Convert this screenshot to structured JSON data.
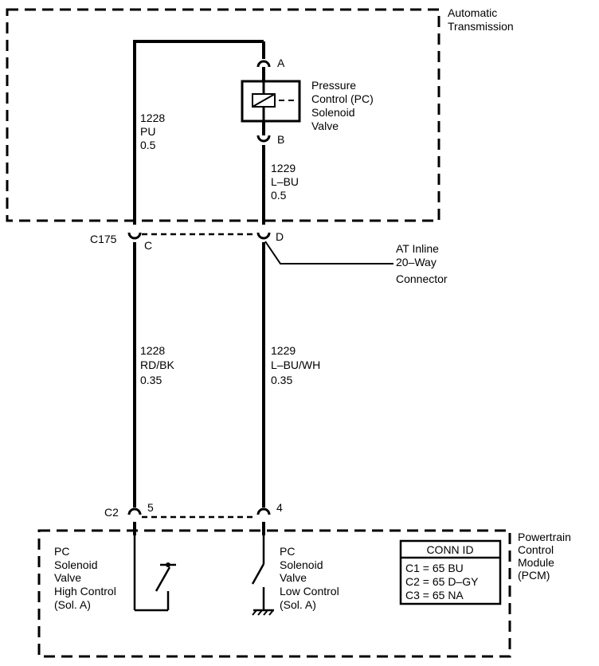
{
  "colors": {
    "line": "#000000",
    "background": "#ffffff"
  },
  "blocks": {
    "transmission": [
      "Automatic",
      "Transmission"
    ],
    "pcm": [
      "Powertrain",
      "Control",
      "Module",
      "(PCM)"
    ]
  },
  "solenoid": {
    "label": [
      "Pressure",
      "Control (PC)",
      "Solenoid",
      "Valve"
    ],
    "terminal_a": "A",
    "terminal_b": "B"
  },
  "wires": {
    "upper_left": [
      "1228",
      "PU",
      "0.5"
    ],
    "upper_right": [
      "1229",
      "L–BU",
      "0.5"
    ],
    "lower_left": [
      "1228",
      "RD/BK",
      "0.35"
    ],
    "lower_right": [
      "1229",
      "L–BU/WH",
      "0.35"
    ]
  },
  "inline_connector": {
    "id": "C175",
    "pin_left": "C",
    "pin_right": "D",
    "label": [
      "AT Inline",
      "20–Way",
      "Connector"
    ]
  },
  "pcm_connector": {
    "id": "C2",
    "pin_left": "5",
    "pin_right": "4"
  },
  "switches": {
    "high": [
      "PC",
      "Solenoid",
      "Valve",
      "High Control",
      "(Sol. A)"
    ],
    "low": [
      "PC",
      "Solenoid",
      "Valve",
      "Low Control",
      "(Sol. A)"
    ]
  },
  "conn_id": {
    "title": "CONN ID",
    "rows": [
      "C1 = 65 BU",
      "C2 = 65 D–GY",
      "C3 = 65 NA"
    ]
  }
}
